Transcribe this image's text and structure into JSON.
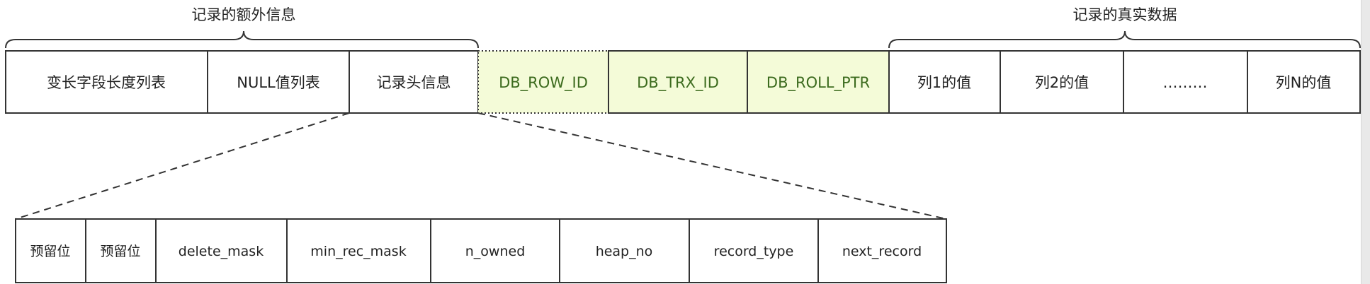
{
  "groups": {
    "extra_info_label": "记录的额外信息",
    "real_data_label": "记录的真实数据"
  },
  "top_row": [
    {
      "id": "var-len-list",
      "label": "变长字段长度列表",
      "style": "normal"
    },
    {
      "id": "null-list",
      "label": "NULL值列表",
      "style": "normal"
    },
    {
      "id": "record-header",
      "label": "记录头信息",
      "style": "normal"
    },
    {
      "id": "db-row-id",
      "label": "DB_ROW_ID",
      "style": "hidden"
    },
    {
      "id": "db-trx-id",
      "label": "DB_TRX_ID",
      "style": "hidden"
    },
    {
      "id": "db-roll-ptr",
      "label": "DB_ROLL_PTR",
      "style": "hidden"
    },
    {
      "id": "col-1",
      "label": "列1的值",
      "style": "normal"
    },
    {
      "id": "col-2",
      "label": "列2的值",
      "style": "normal"
    },
    {
      "id": "col-ellipsis",
      "label": "………",
      "style": "normal"
    },
    {
      "id": "col-n",
      "label": "列N的值",
      "style": "normal"
    }
  ],
  "bottom_row": [
    {
      "id": "reserved-1",
      "label": "预留位"
    },
    {
      "id": "reserved-2",
      "label": "预留位"
    },
    {
      "id": "delete-mask",
      "label": "delete_mask"
    },
    {
      "id": "min-rec-mask",
      "label": "min_rec_mask"
    },
    {
      "id": "n-owned",
      "label": "n_owned"
    },
    {
      "id": "heap-no",
      "label": "heap_no"
    },
    {
      "id": "record-type",
      "label": "record_type"
    },
    {
      "id": "next-record",
      "label": "next_record"
    }
  ],
  "colors": {
    "hidden_fill": "#f4fbd8",
    "hidden_text": "#3c6b1e",
    "stroke": "#333333"
  }
}
